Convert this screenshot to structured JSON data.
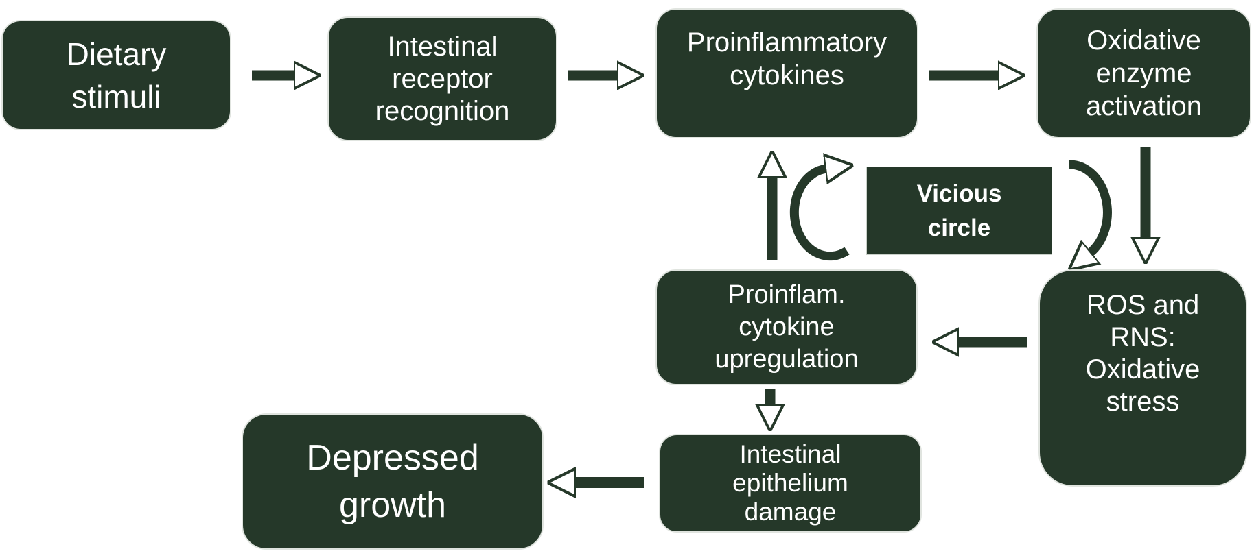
{
  "colors": {
    "box_fill": "#253829",
    "box_text": "#ffffff",
    "arrow": "#253829",
    "background": "#ffffff"
  },
  "nodes": {
    "dietary_stimuli": {
      "label": "Dietary\nstimuli"
    },
    "intestinal_receptor_recognition": {
      "label": "Intestinal\nreceptor\nrecognition"
    },
    "proinflammatory_cytokines": {
      "label": "Proinflammatory\ncytokines"
    },
    "oxidative_enzyme_activation": {
      "label": "Oxidative\nenzyme\nactivation"
    },
    "vicious_circle": {
      "label": "Vicious\ncircle"
    },
    "proinflam_cytokine_upregulation": {
      "label": "Proinflam.\ncytokine\nupregulation"
    },
    "ros_rns_oxidative_stress": {
      "label": "ROS and\nRNS:\nOxidative\nstress"
    },
    "intestinal_epithelium_damage": {
      "label": "Intestinal\nepithelium\ndamage"
    },
    "depressed_growth": {
      "label": "Depressed\ngrowth"
    }
  },
  "edges": [
    {
      "from": "dietary_stimuli",
      "to": "intestinal_receptor_recognition"
    },
    {
      "from": "intestinal_receptor_recognition",
      "to": "proinflammatory_cytokines"
    },
    {
      "from": "proinflammatory_cytokines",
      "to": "oxidative_enzyme_activation"
    },
    {
      "from": "oxidative_enzyme_activation",
      "to": "ros_rns_oxidative_stress"
    },
    {
      "from": "ros_rns_oxidative_stress",
      "to": "proinflam_cytokine_upregulation"
    },
    {
      "from": "proinflam_cytokine_upregulation",
      "to": "proinflammatory_cytokines"
    },
    {
      "from": "proinflam_cytokine_upregulation",
      "to": "intestinal_epithelium_damage"
    },
    {
      "from": "intestinal_epithelium_damage",
      "to": "depressed_growth"
    },
    {
      "from": "vicious_circle",
      "to": "vicious_circle",
      "note": "cycle loop arrows flanking the Vicious circle label"
    }
  ]
}
